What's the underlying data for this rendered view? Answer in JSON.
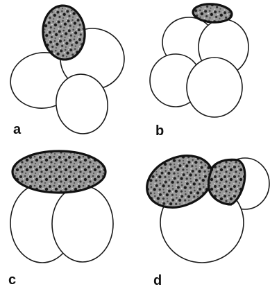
{
  "figure": {
    "panels": [
      {
        "id": "a",
        "label": "a"
      },
      {
        "id": "b",
        "label": "b"
      },
      {
        "id": "c",
        "label": "c"
      },
      {
        "id": "d",
        "label": "d"
      }
    ]
  },
  "colors": {
    "outline": "#1a1a1a",
    "speckle_dark": "#222222",
    "speckle_light": "#9a9a9a",
    "background": "#ffffff"
  }
}
